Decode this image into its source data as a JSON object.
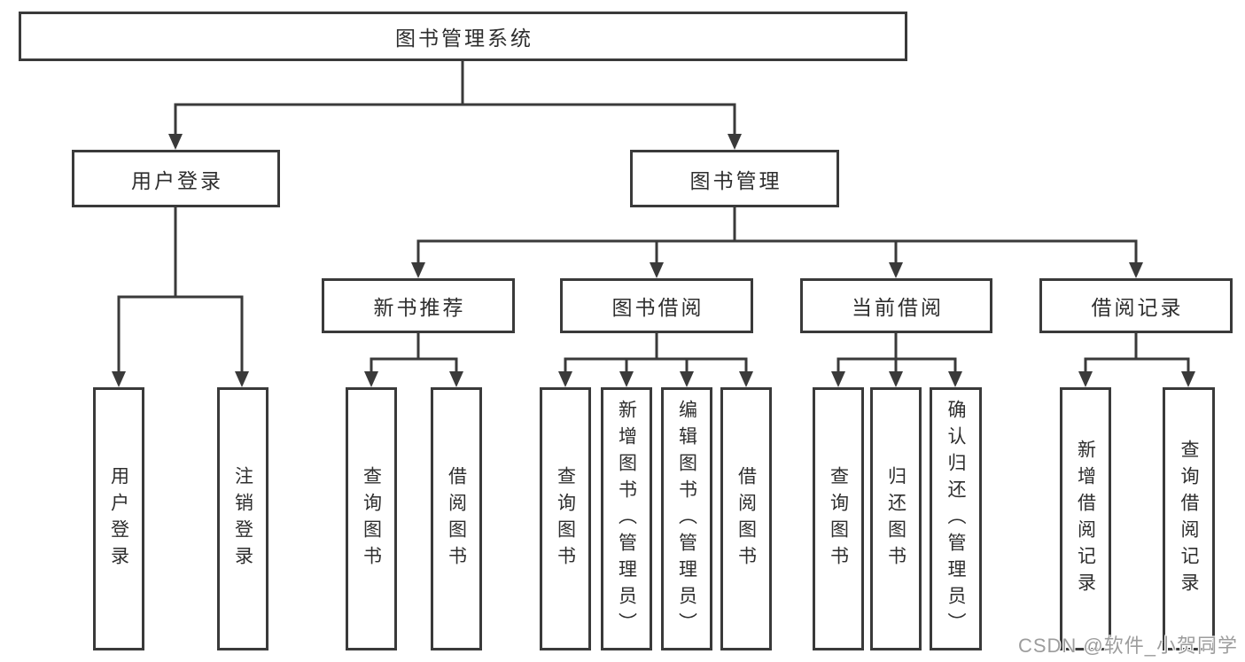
{
  "tree": {
    "label": "图书管理系统",
    "children": [
      {
        "label": "用户登录",
        "children": [
          {
            "label": "用户登录"
          },
          {
            "label": "注销登录"
          }
        ]
      },
      {
        "label": "图书管理",
        "children": [
          {
            "label": "新书推荐",
            "children": [
              {
                "label": "查询图书"
              },
              {
                "label": "借阅图书"
              }
            ]
          },
          {
            "label": "图书借阅",
            "children": [
              {
                "label": "查询图书"
              },
              {
                "label": "新增图书（管理员）"
              },
              {
                "label": "编辑图书（管理员）"
              },
              {
                "label": "借阅图书"
              }
            ]
          },
          {
            "label": "当前借阅",
            "children": [
              {
                "label": "查询图书"
              },
              {
                "label": "归还图书"
              },
              {
                "label": "确认归还（管理员）"
              }
            ]
          },
          {
            "label": "借阅记录",
            "children": [
              {
                "label": "新增借阅记录"
              },
              {
                "label": "查询借阅记录"
              }
            ]
          }
        ]
      }
    ]
  },
  "watermark": {
    "text": "CSDN @软件_小贺同学"
  },
  "colors": {
    "line": "#3a3a3a",
    "box_border": "#3a3a3a",
    "box_fill": "#ffffff",
    "text": "#2e2e2e",
    "watermark": "#9d9d9d",
    "background": "#ffffff"
  }
}
